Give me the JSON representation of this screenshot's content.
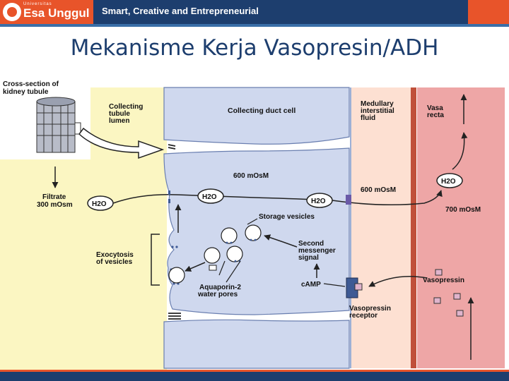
{
  "header": {
    "logo_small": "Universitas",
    "logo_text": "Esa Unggul",
    "tagline": "Smart, Creative and Entrepreneurial"
  },
  "slide": {
    "title": "Mekanisme Kerja Vasopresin/ADH"
  },
  "diagram": {
    "cross_section_1": "Cross-section of",
    "cross_section_2": "kidney tubule",
    "collecting_1": "Collecting",
    "collecting_2": "tubule",
    "collecting_3": "lumen",
    "cell_label": "Collecting duct cell",
    "medullary_1": "Medullary",
    "medullary_2": "interstitial",
    "medullary_3": "fluid",
    "vasa_1": "Vasa",
    "vasa_2": "recta",
    "filtrate_1": "Filtrate",
    "filtrate_2": "300 mOsm",
    "cell_osm": "600 mOsM",
    "interstitial_osm": "600 mOsM",
    "vasa_osm": "700 mOsM",
    "water": "H2O",
    "storage": "Storage vesicles",
    "second_1": "Second",
    "second_2": "messenger",
    "second_3": "signal",
    "exo_1": "Exocytosis",
    "exo_2": "of vesicles",
    "camp": "cAMP",
    "aqp_1": "Aquaporin-2",
    "aqp_2": "water pores",
    "vaso_receptor_1": "Vasopressin",
    "vaso_receptor_2": "receptor",
    "vasopressin": "Vasopressin"
  },
  "colors": {
    "header_blue": "#1d3e6e",
    "header_orange": "#e8542a",
    "lumen": "#fbf6c2",
    "cell": "#cfd8ee",
    "interstitial": "#fde0d2",
    "vasa_recta": "#eea6a6",
    "vessel_wall": "#c0503a",
    "vasopressin": "#e0b4cc",
    "receptor": "#3e5a94"
  }
}
